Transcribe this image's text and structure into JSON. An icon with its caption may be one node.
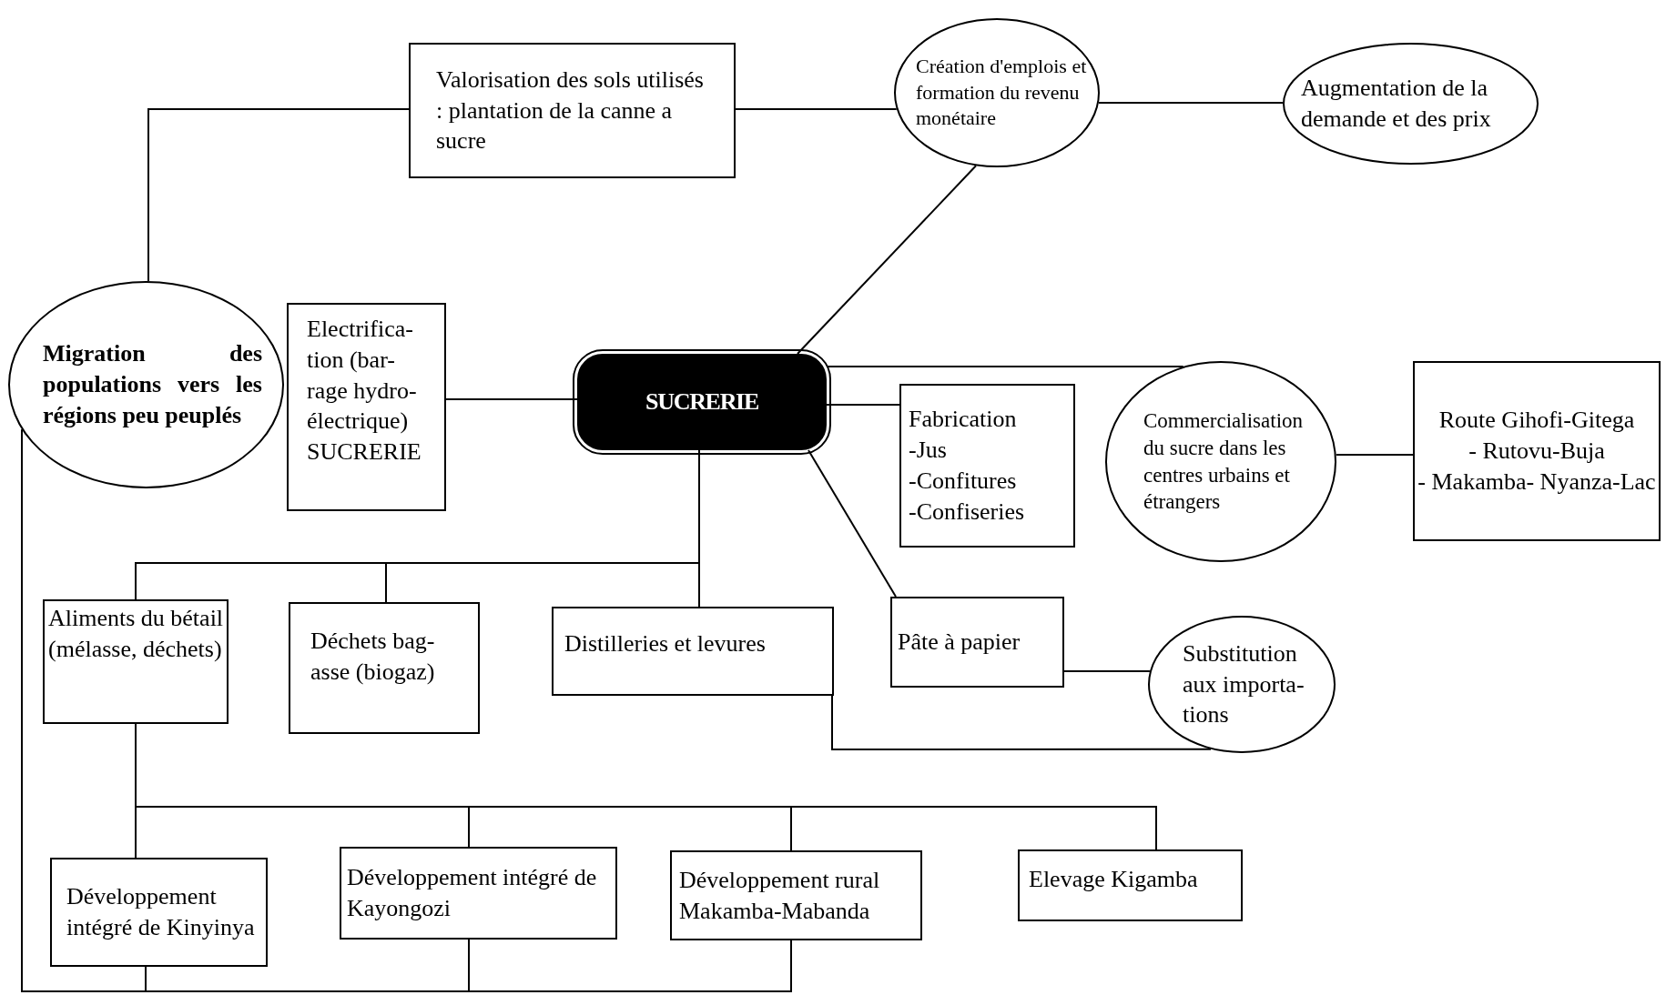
{
  "diagram": {
    "nodes": [
      {
        "text": [
          "Valorisation des sols utilisés : plantation de la canne a sucre"
        ]
      },
      {
        "text": [
          "Création d'emplois et formation du revenu monétaire"
        ]
      },
      {
        "text": [
          "Augmentation de la demande et des prix"
        ]
      },
      {
        "text": [
          "Migration des populations vers les régions peu peuplés"
        ]
      },
      {
        "text": [
          "Electrifica- tion (bar- rage hydro- électrique) SUCRERIE"
        ]
      },
      {
        "text": [
          "SUCRERIE"
        ]
      },
      {
        "text": [
          "Fabrication",
          "-Jus",
          "-Confitures",
          "-Confiseries"
        ]
      },
      {
        "text": [
          "Commercialisation du sucre dans les centres urbains et étrangers"
        ]
      },
      {
        "text": [
          "Route Gihofi-Gitega",
          "- Rutovu-Buja",
          "- Makamba- Nyanza-Lac"
        ]
      },
      {
        "text": [
          "Aliments du bétail (mélasse, déchets)"
        ]
      },
      {
        "text": [
          "Déchets bag- asse (biogaz)"
        ]
      },
      {
        "text": [
          "Distilleries et levures"
        ]
      },
      {
        "text": [
          "Pâte à papier"
        ]
      },
      {
        "text": [
          "Substitution aux importa- tions"
        ]
      },
      {
        "text": [
          "Développement intégré de Kinyinya"
        ]
      },
      {
        "text": [
          "Développement intégré de Kayongozi"
        ]
      },
      {
        "text": [
          "Développement rural Makamba-Mabanda"
        ]
      },
      {
        "text": [
          "Elevage Kigamba"
        ]
      }
    ],
    "edges": [
      {
        "from": 3,
        "to": 0,
        "arrow": "none"
      },
      {
        "from": 0,
        "to": 1,
        "arrow": "none"
      },
      {
        "from": 1,
        "to": 2,
        "arrow": "none"
      },
      {
        "from": 5,
        "to": 1,
        "arrow": "none"
      },
      {
        "from": 4,
        "to": 5,
        "arrow": "none"
      },
      {
        "from": 5,
        "to": 7,
        "arrow": "none"
      },
      {
        "from": 5,
        "to": 6,
        "arrow": "none"
      },
      {
        "from": 7,
        "to": 8,
        "arrow": "none"
      },
      {
        "from": 5,
        "to": 12,
        "arrow": "none"
      },
      {
        "from": 12,
        "to": 13,
        "arrow": "none"
      },
      {
        "from": 11,
        "to": 13,
        "arrow": "none"
      },
      {
        "from": 5,
        "to": 9,
        "arrow": "none"
      },
      {
        "from": 5,
        "to": 10,
        "arrow": "none"
      },
      {
        "from": 5,
        "to": 11,
        "arrow": "none"
      },
      {
        "from": 9,
        "to": 14,
        "arrow": "none"
      },
      {
        "from": 9,
        "to": 15,
        "arrow": "none"
      },
      {
        "from": 9,
        "to": 16,
        "arrow": "none"
      },
      {
        "from": 9,
        "to": 17,
        "arrow": "none"
      },
      {
        "from": 3,
        "to": 14,
        "arrow": "none"
      },
      {
        "from": 3,
        "to": 15,
        "arrow": "none"
      },
      {
        "from": 3,
        "to": 16,
        "arrow": "none"
      }
    ]
  }
}
